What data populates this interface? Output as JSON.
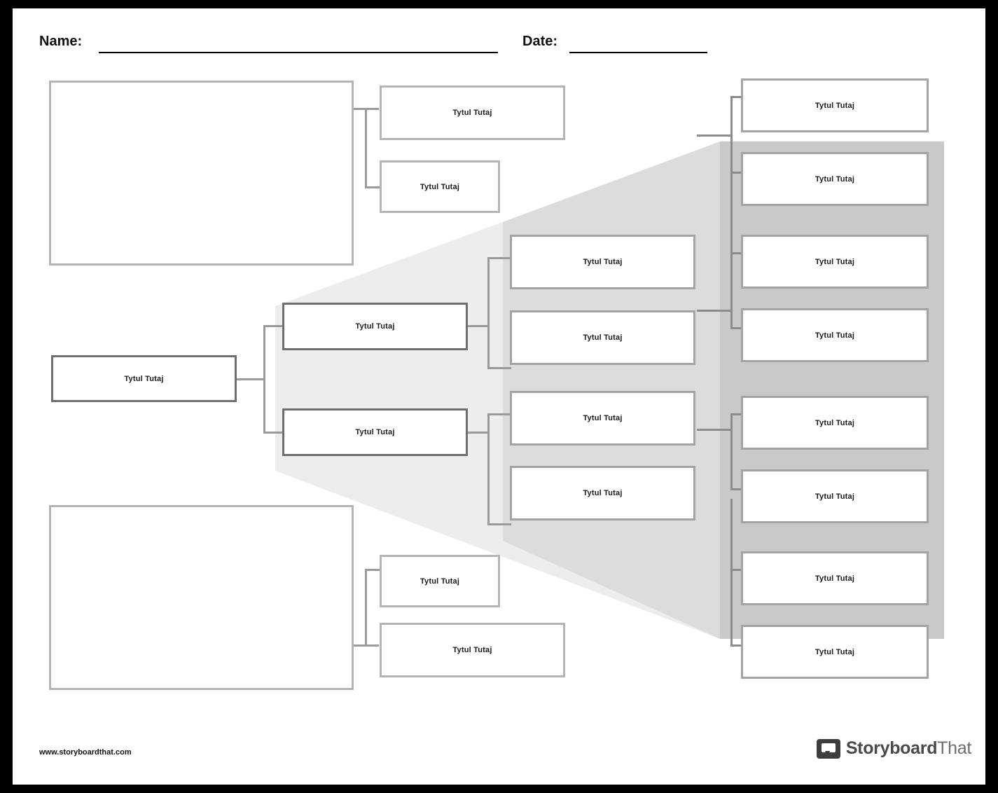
{
  "page": {
    "header": {
      "name_label": "Name:",
      "date_label": "Date:",
      "name_value": "",
      "date_value": ""
    },
    "footer": {
      "website": "www.storyboardthat.com",
      "logo_text_bold": "Storyboard",
      "logo_text_thin": "That"
    }
  },
  "chart_data": {
    "type": "diagram",
    "diagram_kind": "tree-chart-worksheet",
    "title": "",
    "default_node_label": "Tytul Tutaj",
    "levels": [
      {
        "level": 1,
        "nodes": [
          {
            "id": "n1",
            "label": "Tytul Tutaj",
            "style": "dark"
          }
        ]
      },
      {
        "level": 2,
        "nodes": [
          {
            "id": "n2a",
            "label": "",
            "style": "light"
          },
          {
            "id": "n2b",
            "label": "Tytul Tutaj",
            "style": "dark"
          },
          {
            "id": "n2c",
            "label": "Tytul Tutaj",
            "style": "dark"
          },
          {
            "id": "n2d",
            "label": "",
            "style": "light"
          }
        ]
      },
      {
        "level": 3,
        "nodes": [
          {
            "id": "n3a",
            "label": "Tytul Tutaj",
            "style": "light"
          },
          {
            "id": "n3b",
            "label": "Tytul Tutaj",
            "style": "light"
          },
          {
            "id": "n3c",
            "label": "Tytul Tutaj",
            "style": "mid"
          },
          {
            "id": "n3d",
            "label": "Tytul Tutaj",
            "style": "mid"
          },
          {
            "id": "n3e",
            "label": "Tytul Tutaj",
            "style": "mid"
          },
          {
            "id": "n3f",
            "label": "Tytul Tutaj",
            "style": "mid"
          },
          {
            "id": "n3g",
            "label": "Tytul Tutaj",
            "style": "light"
          },
          {
            "id": "n3h",
            "label": "Tytul Tutaj",
            "style": "light"
          }
        ]
      },
      {
        "level": 4,
        "nodes": [
          {
            "id": "n4a",
            "label": "Tytul Tutaj",
            "style": "mid"
          },
          {
            "id": "n4b",
            "label": "Tytul Tutaj",
            "style": "mid"
          },
          {
            "id": "n4c",
            "label": "Tytul Tutaj",
            "style": "mid"
          },
          {
            "id": "n4d",
            "label": "Tytul Tutaj",
            "style": "mid"
          },
          {
            "id": "n4e",
            "label": "Tytul Tutaj",
            "style": "mid"
          },
          {
            "id": "n4f",
            "label": "Tytul Tutaj",
            "style": "mid"
          },
          {
            "id": "n4g",
            "label": "Tytul Tutaj",
            "style": "mid"
          },
          {
            "id": "n4h",
            "label": "Tytul Tutaj",
            "style": "mid"
          }
        ]
      }
    ],
    "colors": {
      "page_background": "#ffffff",
      "border_outer": "#000000",
      "box_border_light": "#b4b4b4",
      "box_border_mid": "#a3a3a3",
      "box_border_dark": "#6e6e6e",
      "connector": "#9a9a9a",
      "funnel_light": "#ededed",
      "funnel_dark": "#c9c9c9",
      "text": "#1a1a1a"
    }
  }
}
